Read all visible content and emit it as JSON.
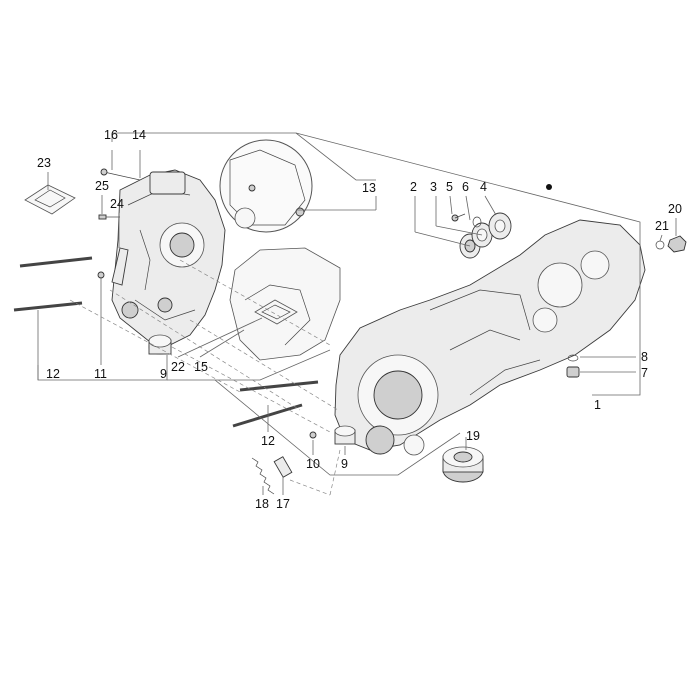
{
  "callouts": {
    "c1": "1",
    "c2": "2",
    "c3": "3",
    "c4": "4",
    "c5": "5",
    "c6": "6",
    "c7": "7",
    "c8": "8",
    "c9a": "9",
    "c9b": "9",
    "c10": "10",
    "c11": "11",
    "c12a": "12",
    "c12b": "12",
    "c13": "13",
    "c14": "14",
    "c15": "15",
    "c16": "16",
    "c17": "17",
    "c18": "18",
    "c19": "19",
    "c20": "20",
    "c21": "21",
    "c22": "22",
    "c23": "23",
    "c24": "24",
    "c25": "25"
  },
  "colors": {
    "line": "#666666",
    "part_stroke": "#3a3a3a",
    "part_fill": "#ececec"
  }
}
